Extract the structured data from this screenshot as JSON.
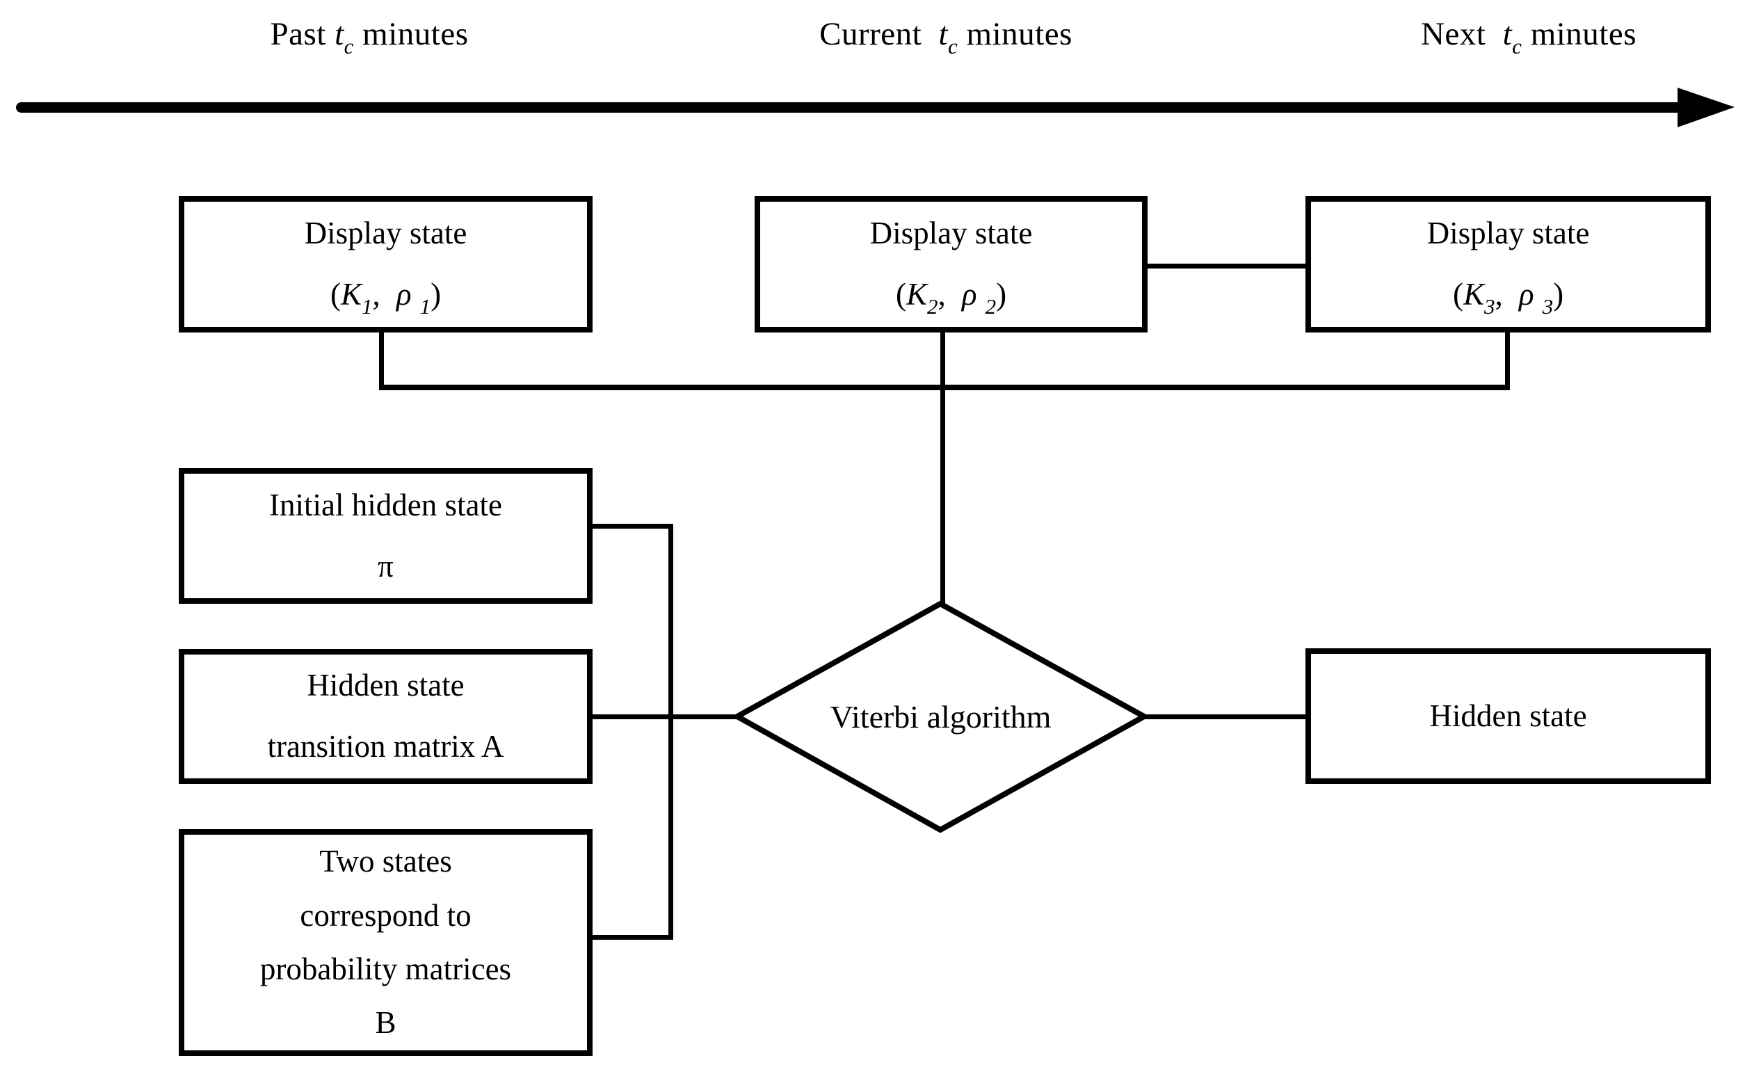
{
  "figure": {
    "timeline": {
      "past": {
        "prefix": "Past ",
        "var": "t",
        "sub": "c",
        "suffix": " minutes"
      },
      "current": {
        "prefix": "Current ",
        "var": "t",
        "sub": "c",
        "suffix": " minutes"
      },
      "next": {
        "prefix": "Next ",
        "var": "t",
        "sub": "c",
        "suffix": " minutes"
      }
    },
    "display_boxes": [
      {
        "title": "Display state",
        "open": "(",
        "k": "K",
        "k_sub": "1",
        "comma": ", ",
        "rho": "ρ",
        "rho_sub": "1",
        "close": ")"
      },
      {
        "title": "Display state",
        "open": "(",
        "k": "K",
        "k_sub": "2",
        "comma": ", ",
        "rho": "ρ",
        "rho_sub": "2",
        "close": ")"
      },
      {
        "title": "Display state",
        "open": "(",
        "k": "K",
        "k_sub": "3",
        "comma": ", ",
        "rho": "ρ",
        "rho_sub": "3",
        "close": ")"
      }
    ],
    "left_boxes": {
      "initial": {
        "line1": "Initial hidden state",
        "line2": "π"
      },
      "transition": {
        "line1": "Hidden state",
        "line2": "transition matrix A"
      },
      "emission": {
        "line1": "Two states",
        "line2": "correspond to",
        "line3": "probability matrices",
        "line4": "B"
      }
    },
    "diamond": {
      "label": "Viterbi algorithm"
    },
    "output_box": {
      "label": "Hidden state"
    },
    "colors": {
      "stroke": "#000000",
      "background": "#ffffff"
    }
  }
}
